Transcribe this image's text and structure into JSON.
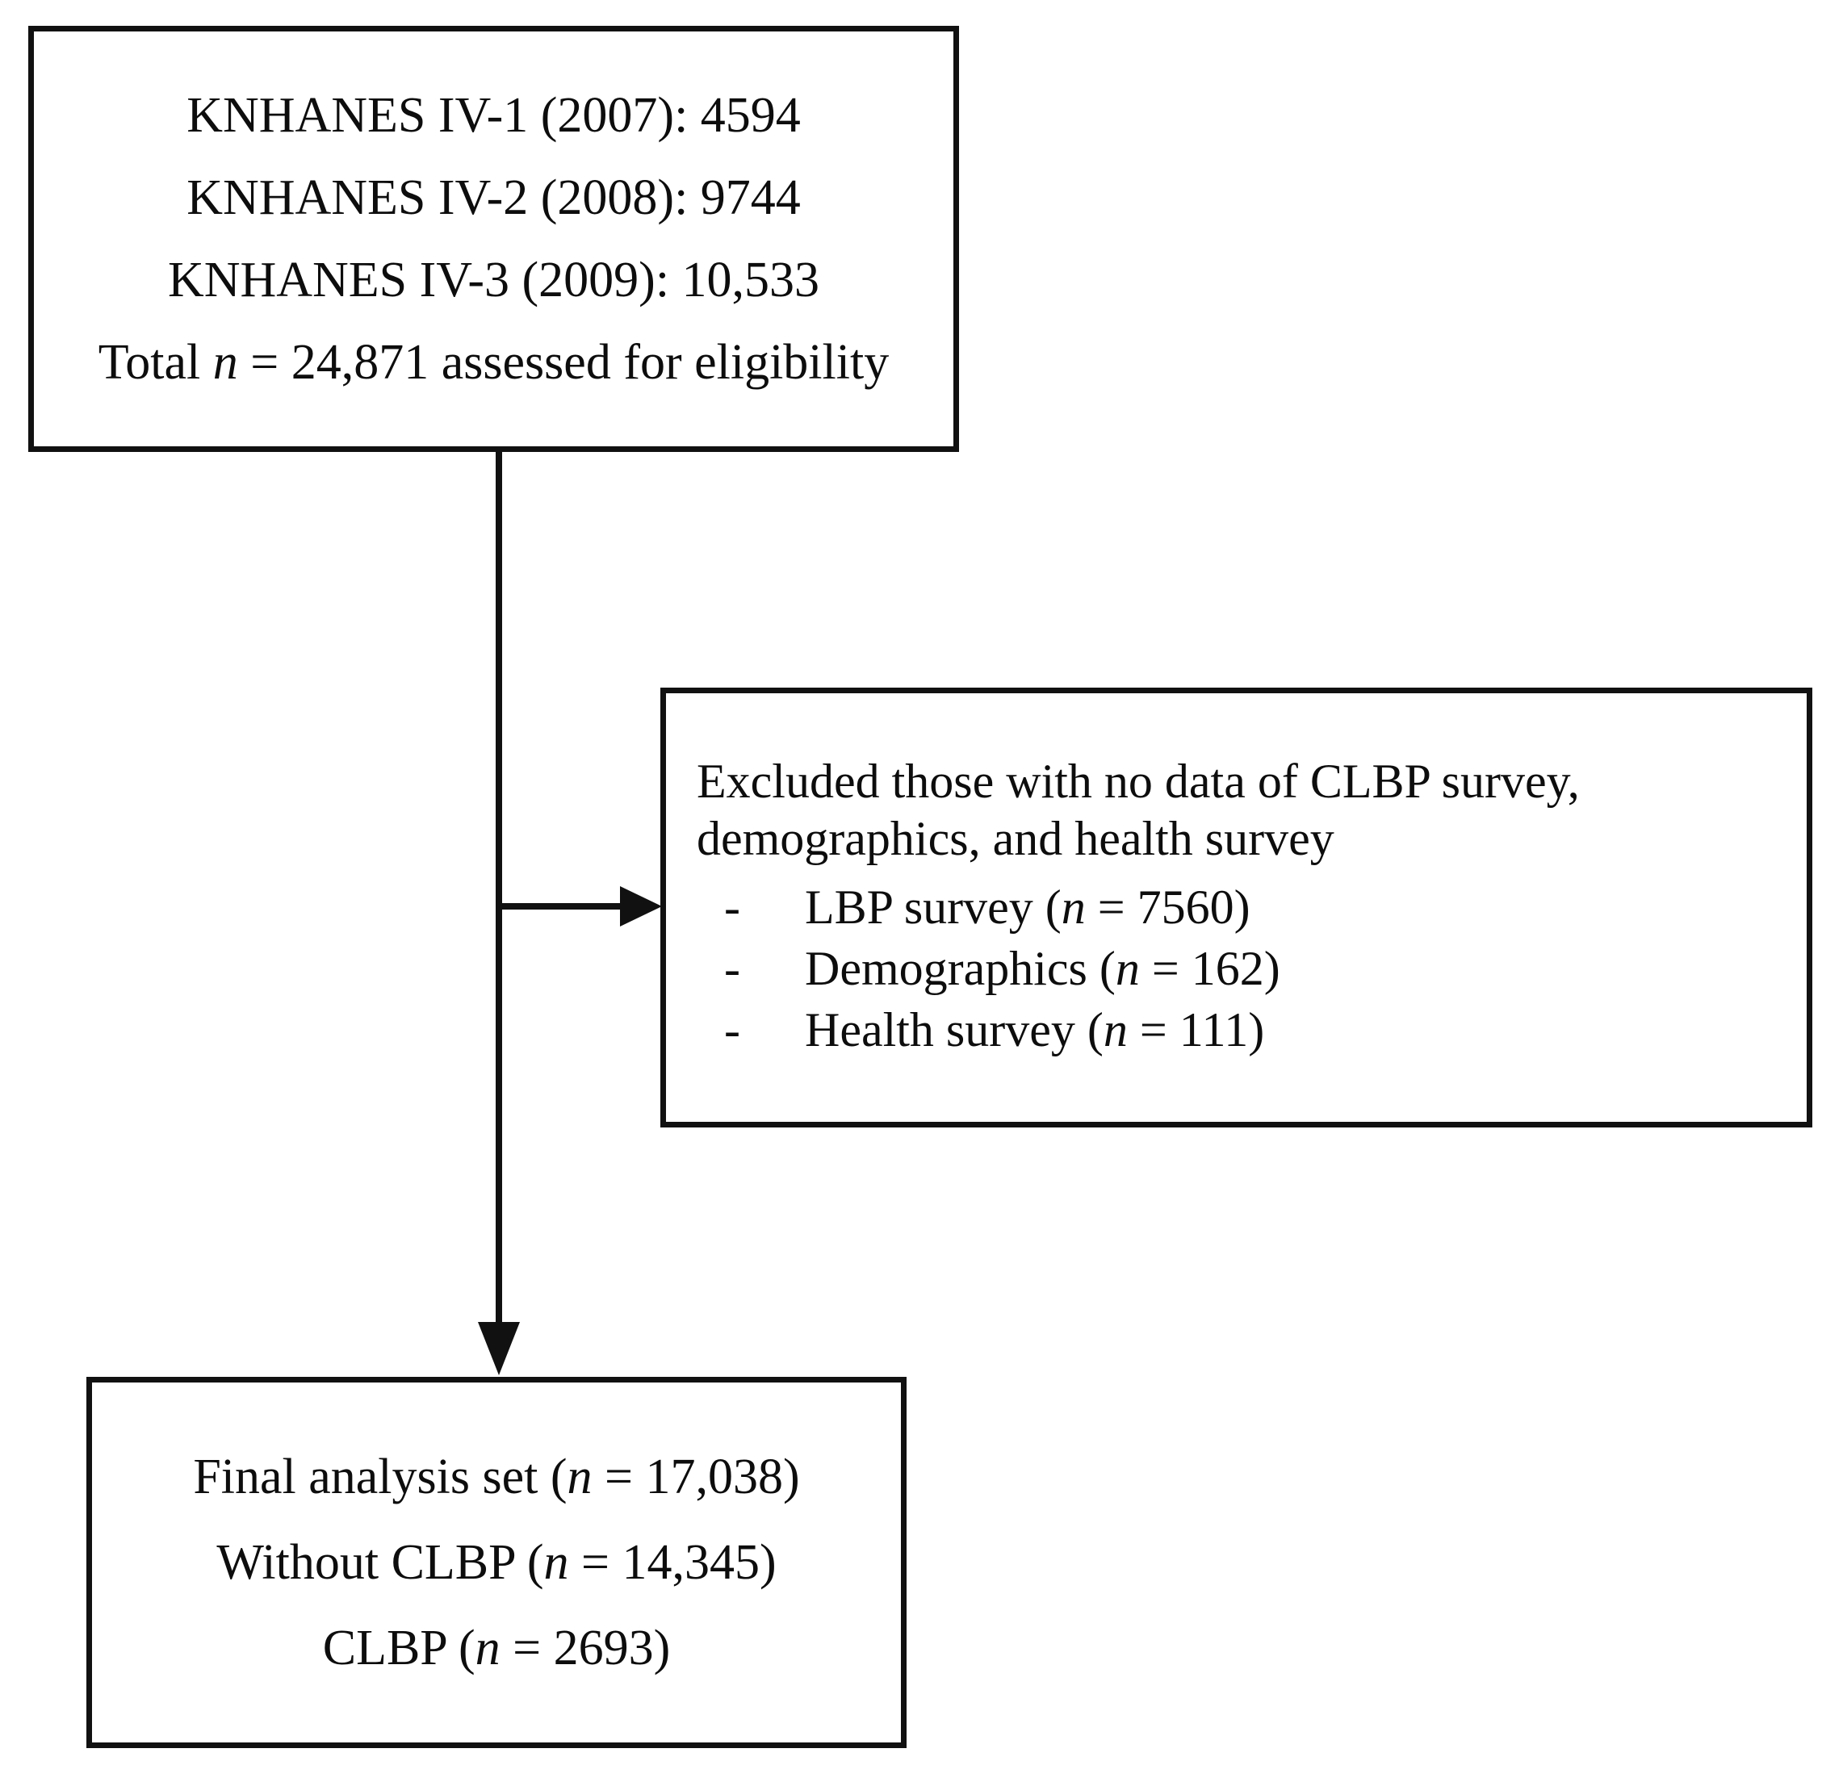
{
  "diagram": {
    "type": "flowchart",
    "orientation": "vertical",
    "background_color": "#ffffff",
    "line_color": "#111111",
    "text_color": "#0d0d0d"
  },
  "eligibility_box": {
    "lines": [
      "KNHANES IV-1 (2007): 4594",
      "KNHANES IV-2 (2008): 9744",
      "KNHANES IV-3 (2009): 10,533"
    ],
    "total_prefix": "Total ",
    "total_italic_n": "n",
    "total_suffix": " = 24,871 assessed for eligibility",
    "cohorts": [
      {
        "survey": "KNHANES IV-1",
        "year": "2007",
        "count": "4594"
      },
      {
        "survey": "KNHANES IV-2",
        "year": "2008",
        "count": "9744"
      },
      {
        "survey": "KNHANES IV-3",
        "year": "2009",
        "count": "10,533"
      }
    ],
    "total_count": "24,871"
  },
  "excluded_box": {
    "heading": "Excluded those with no data of CLBP survey, demographics, and health survey",
    "bullet_marker": "-",
    "items": [
      {
        "label": "LBP survey",
        "open": " (",
        "italic_n": "n",
        "eq": " = ",
        "count": "7560",
        "close": ")"
      },
      {
        "label": "Demographics",
        "open": " (",
        "italic_n": "n",
        "eq": " = ",
        "count": "162",
        "close": ")"
      },
      {
        "label": "Health survey",
        "open": " (",
        "italic_n": "n",
        "eq": " = ",
        "count": "111",
        "close": ")"
      }
    ]
  },
  "final_box": {
    "rows": [
      {
        "label": "Final analysis set",
        "open": " (",
        "italic_n": "n",
        "eq": " = ",
        "count": "17,038",
        "close": ")"
      },
      {
        "label": "Without CLBP",
        "open": " (",
        "italic_n": "n",
        "eq": " = ",
        "count": "14,345",
        "close": ")"
      },
      {
        "label": "CLBP",
        "open": " (",
        "italic_n": "n",
        "eq": " = ",
        "count": "2693",
        "close": ")"
      }
    ]
  },
  "connectors": [
    {
      "name": "eligibility-to-excluded",
      "style": "elbow-right-arrow"
    },
    {
      "name": "eligibility-to-final",
      "style": "straight-down-arrow"
    }
  ]
}
